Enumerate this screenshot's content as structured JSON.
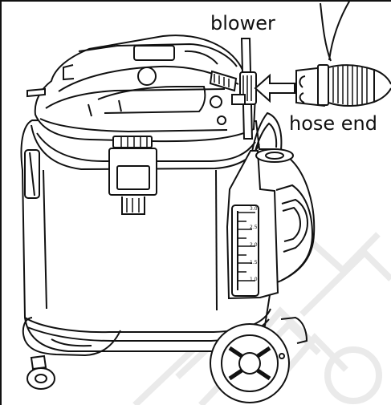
{
  "labels": {
    "blower": "blower",
    "hose_end": "hose end"
  },
  "scale": {
    "ticks": [
      "3.0",
      "2.5",
      "2.0",
      "1.5",
      "1.0"
    ]
  },
  "colors": {
    "line": "#111111",
    "background": "#ffffff",
    "watermark": "#d9d9d9"
  }
}
